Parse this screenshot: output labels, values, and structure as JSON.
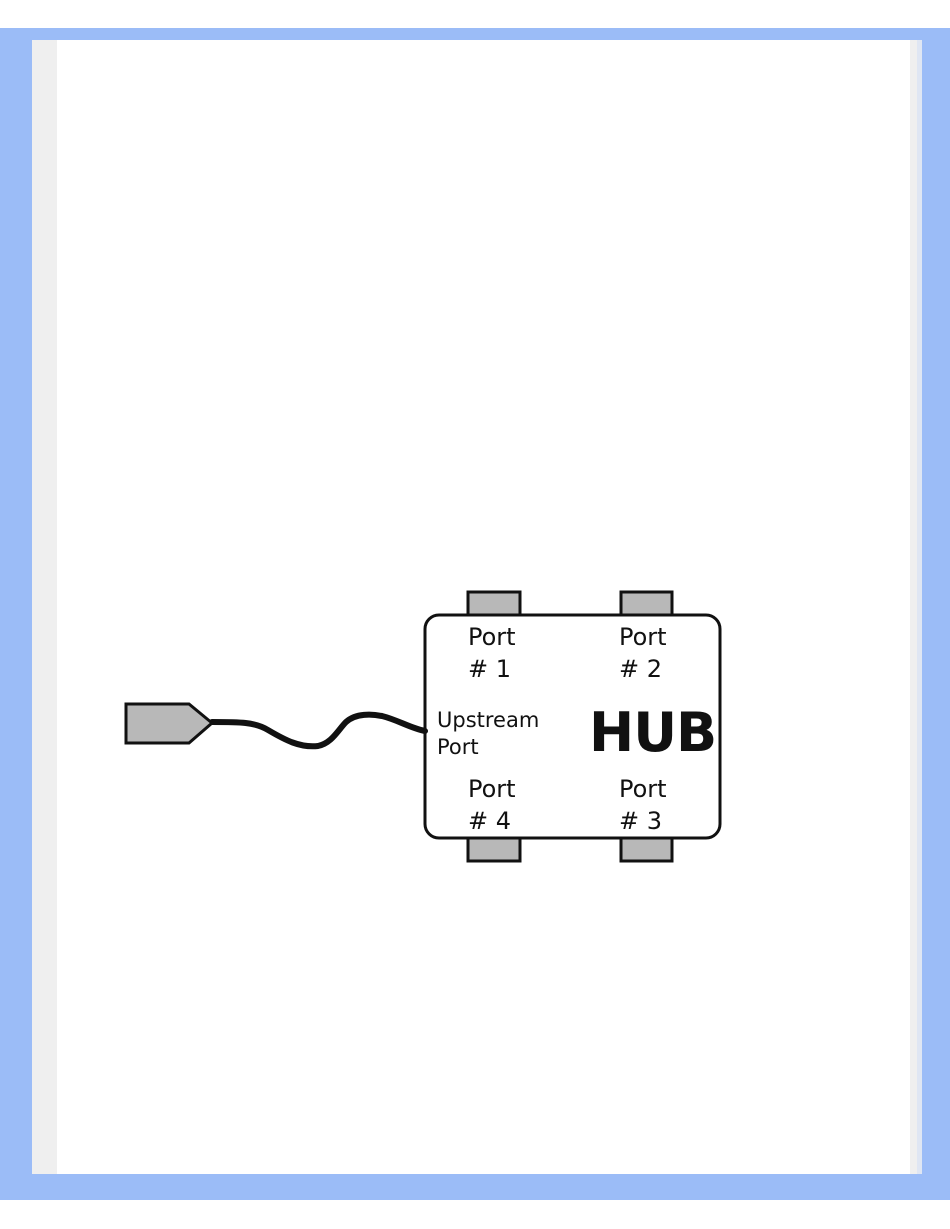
{
  "diagram": {
    "hub_label": "HUB",
    "upstream_label_line1": "Upstream",
    "upstream_label_line2": "Port",
    "ports": [
      {
        "line1": "Port",
        "line2": "# 1"
      },
      {
        "line1": "Port",
        "line2": "# 2"
      },
      {
        "line1": "Port",
        "line2": "# 3"
      },
      {
        "line1": "Port",
        "line2": "# 4"
      }
    ]
  },
  "colors": {
    "frame": "#9bbcf7",
    "connector_fill": "#b8b8b8",
    "stroke": "#111111"
  }
}
